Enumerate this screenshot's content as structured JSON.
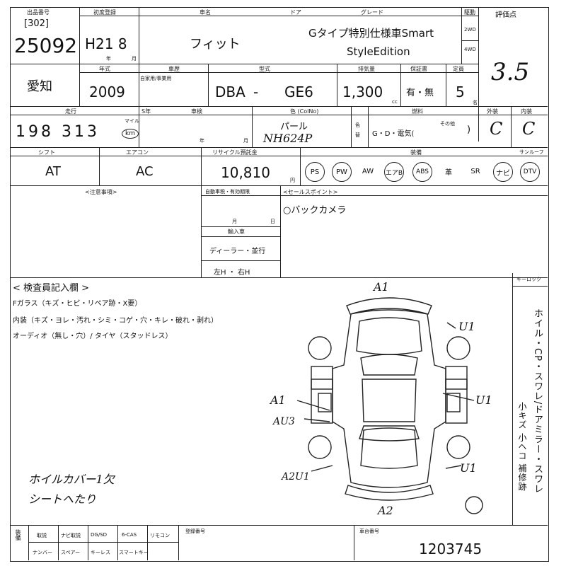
{
  "header": {
    "lot_label": "出品番号",
    "lot_prefix": "[302]",
    "lot_number": "25092",
    "first_reg_label": "初度登録",
    "first_reg_value": "H21 8",
    "first_reg_unit": "年",
    "first_reg_month": "月",
    "carname_label": "車名",
    "carname_value": "フィット",
    "door_label": "ドア",
    "grade_label": "グレード",
    "grade_line1": "Gタイプ特別仕様車Smart",
    "grade_line2": "StyleEdition",
    "drive_label": "駆動",
    "drive_2wd": "2WD",
    "drive_4wd": "4WD",
    "score_label": "評価点",
    "score_value": "3.5"
  },
  "row2": {
    "area": "愛知",
    "year_label": "年式",
    "year_value": "2009",
    "katashiki_label": "車歴",
    "katashiki_sub": "自家用/事業用",
    "type_label": "型式",
    "type_prefix": "DBA",
    "type_dash": "-",
    "type_model": "GE6",
    "disp_label": "排気量",
    "disp_value": "1,300",
    "disp_unit": "cc",
    "warranty_label": "保証書",
    "warranty_value": "有・無",
    "capacity_label": "定員",
    "capacity_value": "5",
    "capacity_unit": "名"
  },
  "row3": {
    "mileage_label": "走行",
    "mileage_value": "198 313",
    "mileage_unit": "km",
    "mile_label": "マイル",
    "sparking_label": "S年",
    "shaken_label": "車検",
    "shaken_year": "年",
    "shaken_month": "月",
    "color_label": "色 (ColNo)",
    "color_value": "パール",
    "color_no": "NH624P",
    "color_change_label": "色替",
    "fuel_label": "燃料",
    "fuel_value": "G・D・電気(",
    "fuel_other": "その他",
    "fuel_close": ")",
    "exterior_label": "外装",
    "exterior_value": "C",
    "interior_label": "内装",
    "interior_value": "C"
  },
  "row4": {
    "shift_label": "シフト",
    "shift_value": "AT",
    "ac_label": "エアコン",
    "ac_value": "AC",
    "recycle_label": "リサイクル預託金",
    "recycle_value": "10,810",
    "recycle_unit": "円",
    "equip_label": "装備",
    "equip_items": [
      "PS",
      "PW",
      "AW",
      "エアB",
      "ABS",
      "革",
      "SR",
      "ナビ",
      "DTV"
    ],
    "sunroof_label": "サンルーフ"
  },
  "row5": {
    "notes_label": "<注意事項>",
    "kigen_label": "自動車税・有効期限",
    "kigen_month": "月",
    "kigen_day": "日",
    "import_label": "輸入車",
    "import_value": "ディーラー・並行",
    "handle_value": "左H ・ 右H",
    "sales_label": "<セールスポイント>",
    "sales_value": "○バックカメラ"
  },
  "inspection": {
    "title": "< 検査員記入欄 >",
    "line1": "Fガラス（キズ・ヒビ・リペア跡・X要）",
    "line2": "内装（キズ・ヨレ・汚れ・シミ・コゲ・穴・キレ・破れ・剥れ）",
    "line3": "オーディオ（無し・穴）/ タイヤ（スタッドレス）",
    "handwritten1": "ホイルカバー1欠",
    "handwritten2": "シートへたり",
    "keyless_label": "キーロック",
    "vertical_notes": "ホイル・CP・スワレ/ドアミラー・スワレ",
    "vertical_small": "小キズ 小ヘコ 補修跡"
  },
  "diagram": {
    "mark_front": "A1",
    "mark_rear": "A2",
    "mark_u1_right_top": "U1",
    "mark_u1_right_mid": "U1",
    "mark_u1_right_bottom": "U1",
    "mark_a1_left": "A1",
    "mark_au3_left": "AU3",
    "mark_a2u1_left": "A2U1"
  },
  "footer": {
    "equip_label": "装備",
    "items_top": [
      "取説",
      "ナビ取説",
      "DG/SD",
      "6-CAS",
      "リモコン"
    ],
    "items_bottom": [
      "ナンバー",
      "スペアー",
      "キーレス",
      "スマートキー"
    ],
    "registration_label": "登録番号",
    "chassis_label": "車台番号",
    "chassis_value": "1203745"
  }
}
